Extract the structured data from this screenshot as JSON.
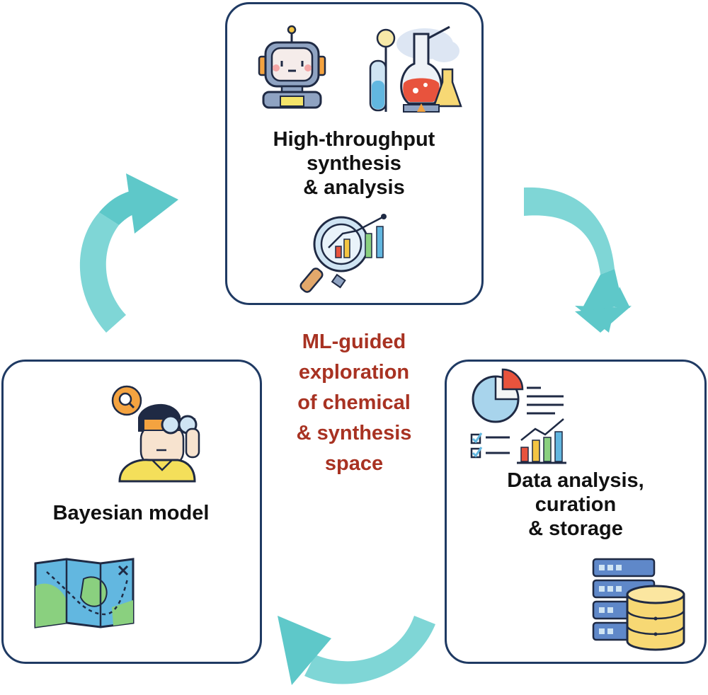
{
  "colors": {
    "box_border": "#1f3a63",
    "arrow": "#5ec8c9",
    "arrow_light": "#7fd6d6",
    "center_text": "#a83222"
  },
  "nodes": {
    "top": {
      "label": "High-throughput\nsynthesis\n& analysis",
      "icons": [
        "robot-icon",
        "lab-flasks-icon",
        "magnifier-chart-icon"
      ]
    },
    "right": {
      "label": "Data analysis,\ncuration\n& storage",
      "icons": [
        "report-charts-icon",
        "database-server-icon"
      ]
    },
    "left": {
      "label": "Bayesian model",
      "icons": [
        "explorer-binoculars-icon",
        "treasure-map-icon"
      ]
    }
  },
  "center": {
    "text": "ML-guided\nexploration\nof chemical\n& synthesis\nspace"
  }
}
